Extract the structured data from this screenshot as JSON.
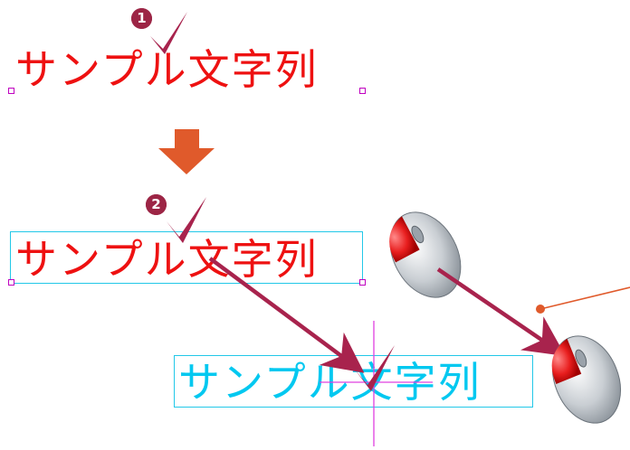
{
  "sample_text": "サンプル文字列",
  "step1": {
    "number": "1"
  },
  "step2": {
    "number": "2"
  },
  "colors": {
    "text_red": "#ee1111",
    "text_cyan": "#00c8f0",
    "checkmark": "#a8234d",
    "arrow": "#a8234d",
    "down_arrow": "#e05a2b",
    "handle": "#c000c0",
    "selection_box": "#22c8e8",
    "crosshair": "#e040e0",
    "callout_line": "#e05a2b"
  },
  "icons": {
    "step1": "check-icon",
    "step2": "check-icon",
    "drag_target": "check-icon",
    "mouse": "mouse-left-click-icon"
  }
}
